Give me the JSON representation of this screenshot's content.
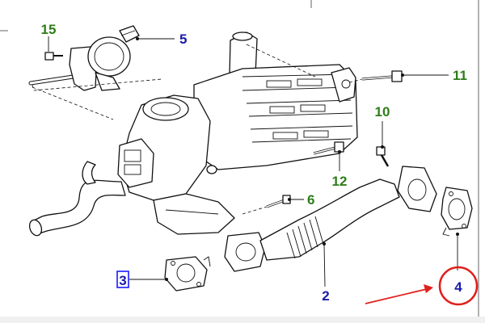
{
  "colors": {
    "green_callout": "#2e7d1a",
    "blue_callout": "#1a1aa8",
    "highlight_red": "#e0201c",
    "highlight_box": "#1a1aff"
  },
  "callouts": {
    "c15": "15",
    "c5": "5",
    "c11": "11",
    "c10": "10",
    "c12": "12",
    "c6": "6",
    "c3": "3",
    "c2": "2",
    "c4": "4"
  }
}
